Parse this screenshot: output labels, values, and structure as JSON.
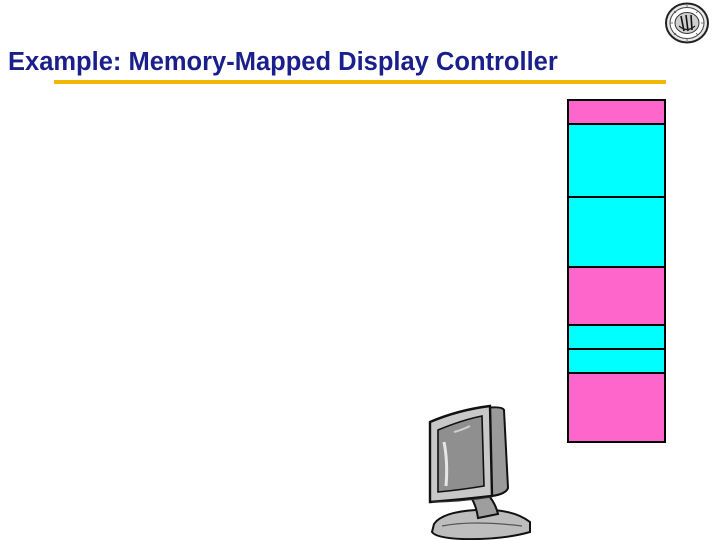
{
  "slide": {
    "title": "Example: Memory-Mapped Display Controller",
    "accent_color": "#f2b705",
    "title_color": "#1a1f8c"
  },
  "logo": {
    "icon": "university-seal-icon"
  },
  "memory_map": {
    "border_color": "#000000",
    "blocks": [
      {
        "color": "#ff66cc",
        "relative_height": 1.0
      },
      {
        "color": "#00ffff",
        "relative_height": 3.0
      },
      {
        "color": "#00ffff",
        "relative_height": 2.9
      },
      {
        "color": "#ff66cc",
        "relative_height": 2.4
      },
      {
        "color": "#00ffff",
        "relative_height": 1.0
      },
      {
        "color": "#00ffff",
        "relative_height": 1.0
      },
      {
        "color": "#ff66cc",
        "relative_height": 2.7
      }
    ]
  },
  "clipart": {
    "icon": "computer-monitor-icon"
  }
}
